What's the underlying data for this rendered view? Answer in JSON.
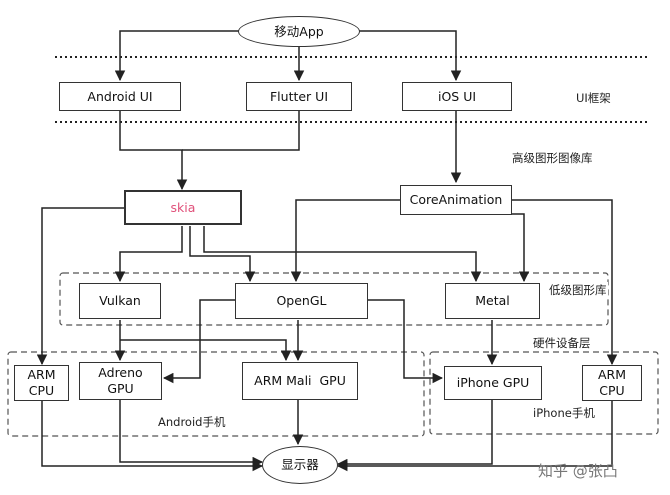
{
  "app": "移动App",
  "ui_layer": {
    "android": "Android UI",
    "flutter": "Flutter UI",
    "ios": "iOS UI",
    "label": "UI框架"
  },
  "graphics_lib": {
    "label": "高级图形图像库",
    "skia": "skia",
    "coreanimation": "CoreAnimation"
  },
  "low_level": {
    "label": "低级图形库",
    "vulkan": "Vulkan",
    "opengl": "OpenGL",
    "metal": "Metal"
  },
  "hardware": {
    "label": "硬件设备层",
    "arm_cpu_android": "ARM\nCPU",
    "adreno_gpu": "Adreno\nGPU",
    "arm_mali_gpu": "ARM Mali  GPU",
    "iphone_gpu": "iPhone GPU",
    "arm_cpu_iphone": "ARM\nCPU",
    "android_phone": "Android手机",
    "iphone_phone": "iPhone手机"
  },
  "display": "显示器",
  "watermark": "知乎 @张凸"
}
